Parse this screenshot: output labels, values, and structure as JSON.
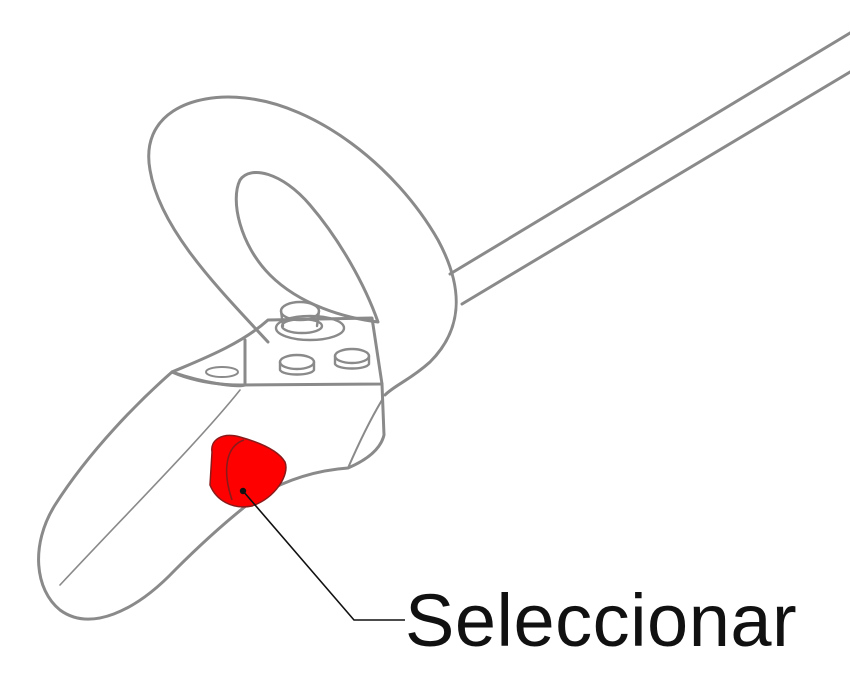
{
  "diagram": {
    "subject": "controller-line-drawing",
    "highlight_color": "#ff0000",
    "outline_color": "#8a8a8a",
    "leader_color": "#111111"
  },
  "callout": {
    "label": "Seleccionar",
    "target": "trigger-button"
  }
}
